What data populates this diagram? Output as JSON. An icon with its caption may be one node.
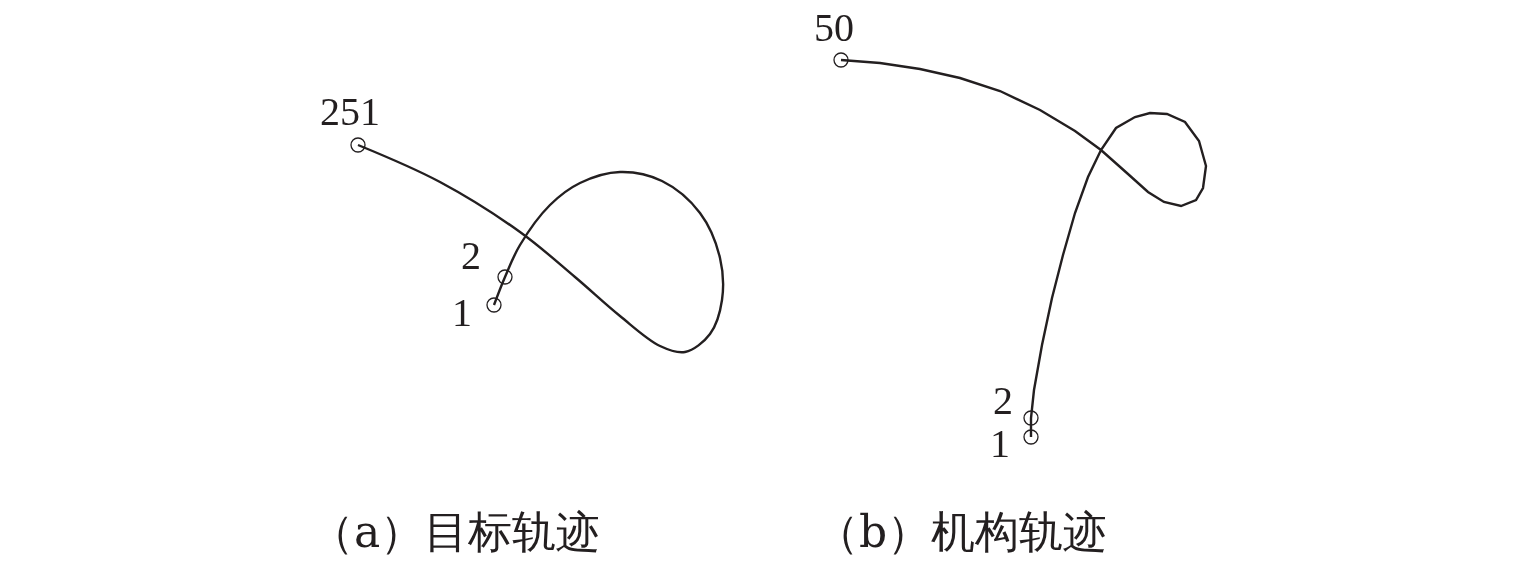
{
  "diagram": {
    "labels": [
      "251",
      "2",
      "1",
      "（a）目标轨迹",
      "50",
      "2",
      "1",
      "（b）机构轨迹"
    ]
  }
}
